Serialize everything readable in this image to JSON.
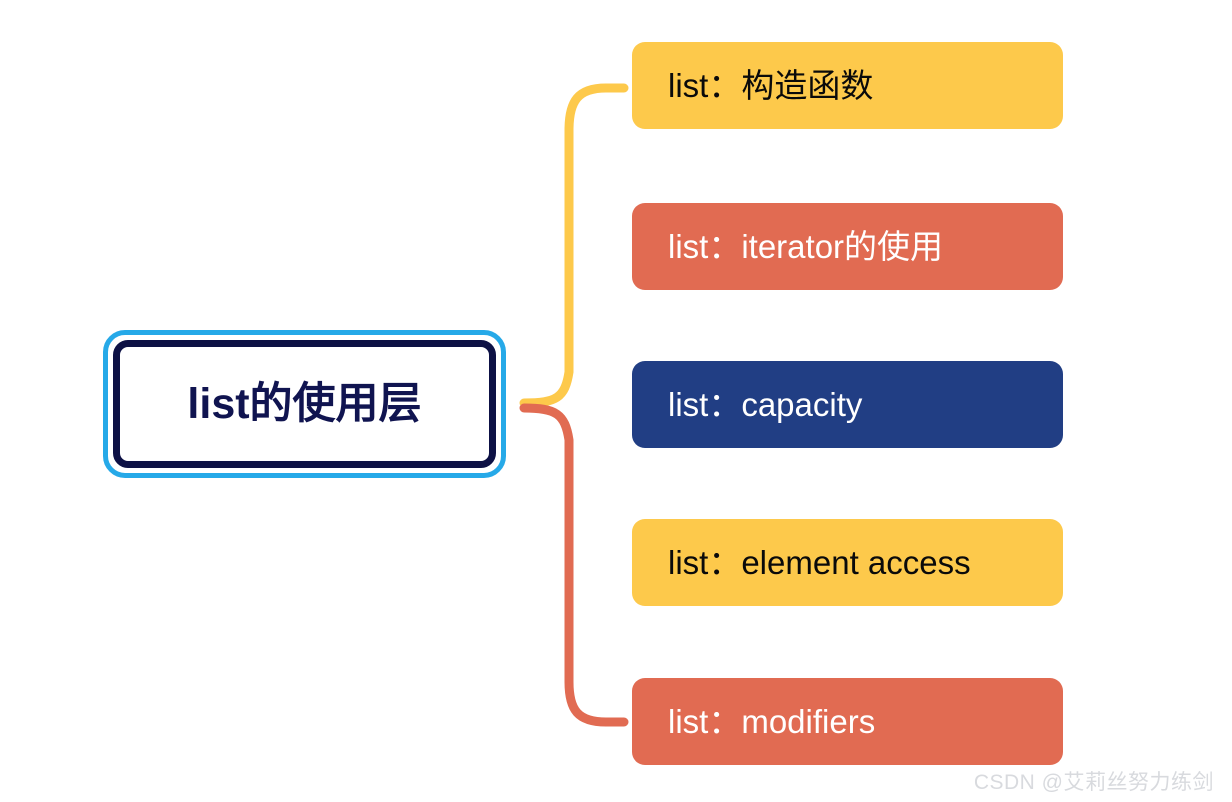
{
  "diagram": {
    "type": "mindmap",
    "background": "#ffffff",
    "root": {
      "label": "list的使用层",
      "text_color": "#101450",
      "outer_border_color": "#26a9e8",
      "inner_border_color": "#0d1145",
      "fill": "#ffffff"
    },
    "branches": [
      {
        "label": "list：构造函数",
        "fill": "#fdc94b",
        "text_color": "#0a0a0a",
        "connector_color": "#fdc94b"
      },
      {
        "label": "list：iterator的使用",
        "fill": "#e16b52",
        "text_color": "#ffffff",
        "connector_color": "#fdc94b"
      },
      {
        "label": "list：capacity",
        "fill": "#213e84",
        "text_color": "#ffffff",
        "connector_color": "#fdc94b"
      },
      {
        "label": "list：element access",
        "fill": "#fdc94b",
        "text_color": "#0a0a0a",
        "connector_color": "#e16b52"
      },
      {
        "label": "list：modifiers",
        "fill": "#e16b52",
        "text_color": "#ffffff",
        "connector_color": "#e16b52"
      }
    ],
    "connectors": [
      {
        "name": "upper-branch-connector",
        "color": "#fdc94b"
      },
      {
        "name": "lower-branch-connector",
        "color": "#e16b52"
      }
    ]
  },
  "watermark": {
    "text": "CSDN @艾莉丝努力练剑",
    "color": "#d8dade"
  }
}
